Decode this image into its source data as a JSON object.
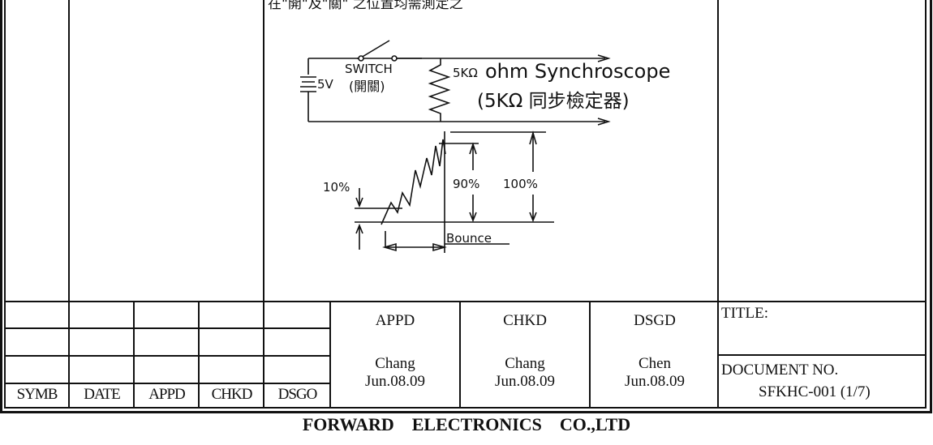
{
  "note": "在\"開\"及\"關\" 之位置均需測定之",
  "diagram": {
    "switch_label": "SWITCH",
    "switch_label_cn": "(開關)",
    "voltage": "5V",
    "resistor_label": "5KΩ",
    "scope_label": "ohm Synchroscope",
    "scope_label_cn": "(5KΩ  同步檢定器)",
    "pct_10": "10%",
    "pct_90": "90%",
    "pct_100": "100%",
    "bounce": "Bounce"
  },
  "revision_table": {
    "headers": [
      "SYMB",
      "DATE",
      "APPD",
      "CHKD",
      "DSGO"
    ]
  },
  "signoff": [
    {
      "role": "APPD",
      "name": "Chang",
      "date": "Jun.08.09"
    },
    {
      "role": "CHKD",
      "name": "Chang",
      "date": "Jun.08.09"
    },
    {
      "role": "DSGD",
      "name": "Chen",
      "date": "Jun.08.09"
    }
  ],
  "title_label": "TITLE:",
  "document_no_label": "DOCUMENT NO.",
  "document_no": "SFKHC-001 (1/7)",
  "company": "FORWARD    ELECTRONICS    CO.,LTD"
}
